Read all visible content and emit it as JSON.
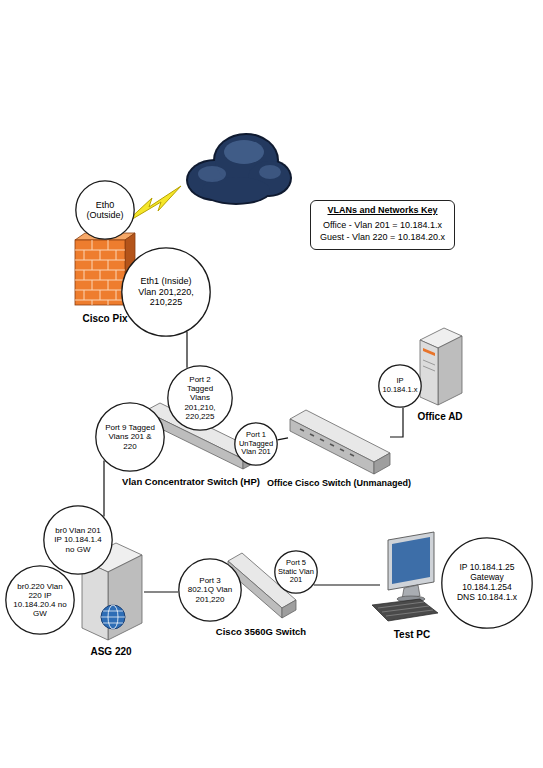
{
  "diagram": {
    "nodes": [
      {
        "text": [
          "Eth0 (Outside)"
        ]
      },
      {
        "text": [
          "VLANs and Networks Key",
          "Office - Vlan 201 = 10.184.1.x",
          "Guest - Vlan 220 = 10.184.20.x"
        ]
      },
      {
        "text": [
          "Cisco Pix"
        ]
      },
      {
        "text": [
          "Eth1 (Inside) Vlan 201,220, 210,225"
        ]
      },
      {
        "text": [
          "Office AD"
        ]
      },
      {
        "text": [
          "IP 10.184.1.x"
        ]
      },
      {
        "text": [
          "Vlan Concentrator Switch (HP)"
        ]
      },
      {
        "text": [
          "Port 2 Tagged Vlans 201,210, 220,225"
        ]
      },
      {
        "text": [
          "Port 9 Tagged Vlans 201 & 220"
        ]
      },
      {
        "text": [
          "Port 1 UnTagged Vlan 201"
        ]
      },
      {
        "text": [
          "Office Cisco Switch (Unmanaged)"
        ]
      },
      {
        "text": [
          "ASG 220"
        ]
      },
      {
        "text": [
          "br0 Vlan 201 IP 10.184.1.4 no GW"
        ]
      },
      {
        "text": [
          "br0.220 Vlan 220 IP 10.184.20.4 no GW"
        ]
      },
      {
        "text": [
          "Cisco 3560G Switch"
        ]
      },
      {
        "text": [
          "Port 3 802.1Q Vlan 201,220"
        ]
      },
      {
        "text": [
          "Port 5 Static Vlan 201"
        ]
      },
      {
        "text": [
          "Test PC"
        ]
      },
      {
        "text": [
          "IP 10.184.1.25 Gateway 10.184.1.254 DNS 10.184.1.x"
        ]
      }
    ],
    "edges": [
      {
        "from": 3,
        "to": 7,
        "arrow": "none"
      },
      {
        "from": 9,
        "to": 10,
        "arrow": "none"
      },
      {
        "from": 10,
        "to": 5,
        "arrow": "none"
      },
      {
        "from": 8,
        "to": 12,
        "arrow": "none"
      },
      {
        "from": 11,
        "to": 15,
        "arrow": "none"
      },
      {
        "from": 16,
        "to": 17,
        "arrow": "none"
      }
    ]
  }
}
